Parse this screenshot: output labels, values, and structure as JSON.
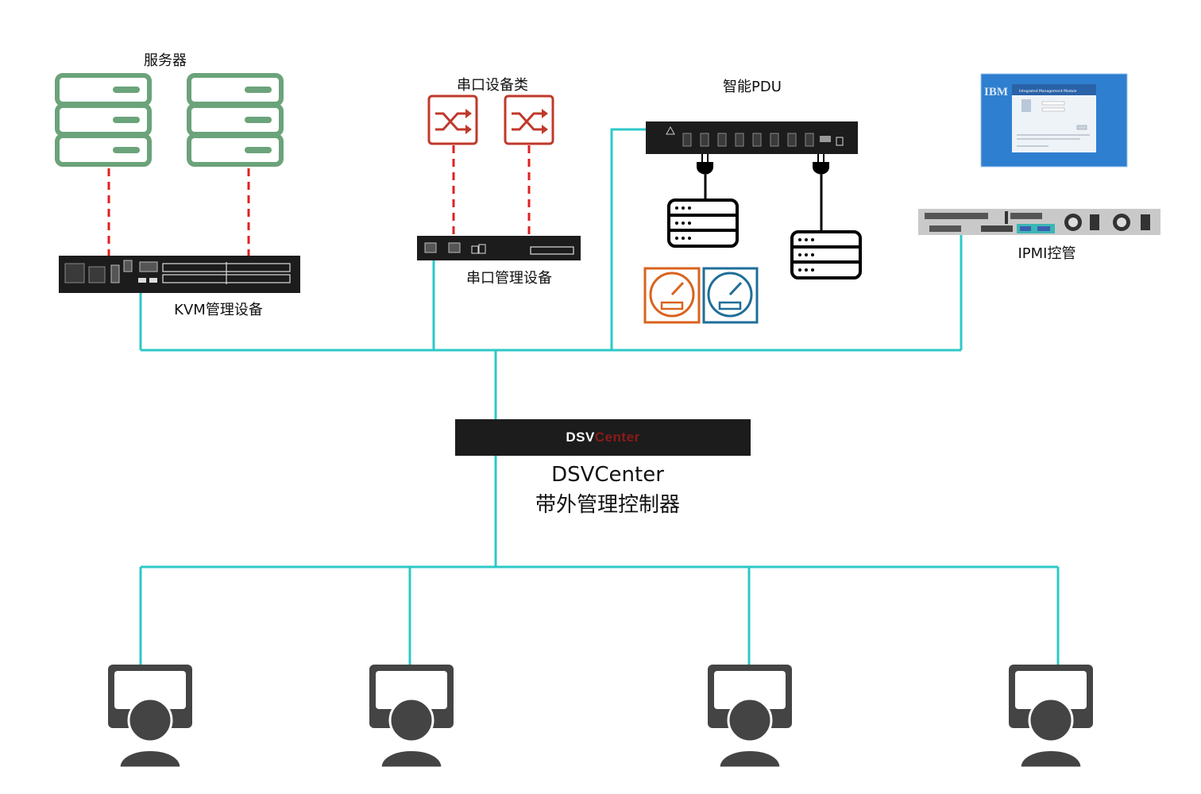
{
  "labels": {
    "servers": "服务器",
    "serial_devices": "串口设备类",
    "smart_pdu": "智能PDU",
    "kvm": "KVM管理设备",
    "serial_mgmt": "串口管理设备",
    "ipmi": "IPMI控管",
    "center_name": "DSVCenter",
    "center_desc": "带外管理控制器"
  },
  "brand": {
    "part1": "DSV",
    "part2": "Center"
  },
  "ibm_screen": {
    "logo": "IBM",
    "title": "Integrated Management Module"
  },
  "colors": {
    "link": "#2ec8c8",
    "dashed": "#e02020",
    "server": "#6ba37a",
    "serial": "#c0392b",
    "gauge_orange": "#d9631e",
    "gauge_blue": "#1f6e98",
    "device": "#1c1c1c",
    "user": "#444444"
  },
  "icons": [
    "server-icon",
    "shuffle-icon",
    "gauge-icon",
    "user-terminal-icon",
    "plug-icon"
  ]
}
